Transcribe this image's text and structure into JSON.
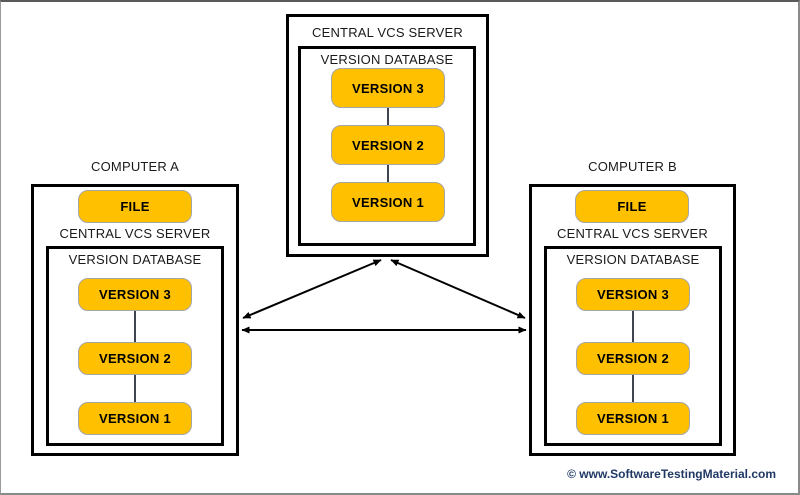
{
  "central_server": {
    "title": "CENTRAL VCS SERVER",
    "database_title": "VERSION DATABASE",
    "versions": [
      "VERSION 3",
      "VERSION 2",
      "VERSION 1"
    ]
  },
  "computer_a": {
    "title": "COMPUTER A",
    "file_label": "FILE",
    "server_label": "CENTRAL VCS SERVER",
    "database_title": "VERSION DATABASE",
    "versions": [
      "VERSION 3",
      "VERSION 2",
      "VERSION 1"
    ]
  },
  "computer_b": {
    "title": "COMPUTER B",
    "file_label": "FILE",
    "server_label": "CENTRAL VCS SERVER",
    "database_title": "VERSION DATABASE",
    "versions": [
      "VERSION 3",
      "VERSION 2",
      "VERSION 1"
    ]
  },
  "watermark": "© www.SoftwareTestingMaterial.com",
  "colors": {
    "version_box_fill": "#FFC000",
    "version_box_border": "#A6A6A6",
    "box_border": "#000000",
    "connector_line": "#3F4450",
    "arrow": "#000000",
    "watermark_text": "#203864"
  }
}
